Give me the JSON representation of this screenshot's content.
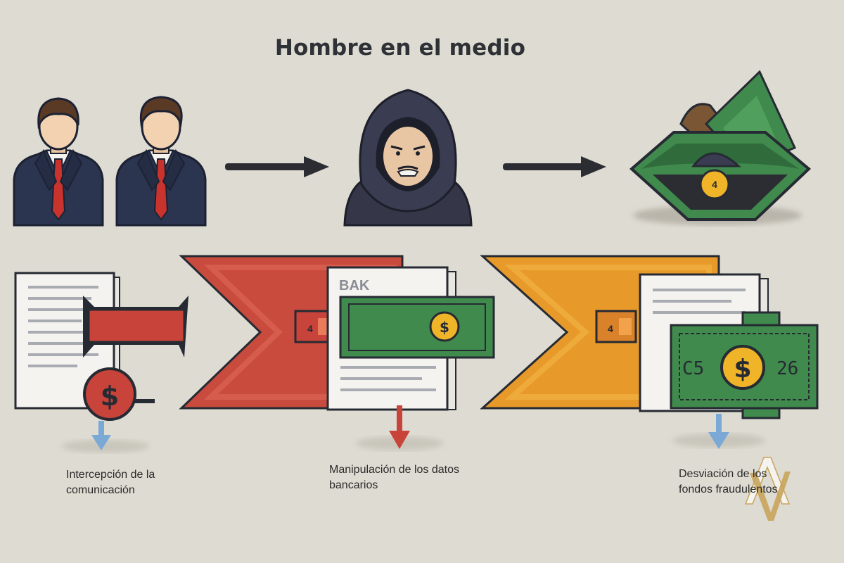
{
  "title": "Hombre en el medio",
  "labels": {
    "bank_header": "BAK",
    "tag_left": "4",
    "tag_right": "4",
    "wallet_coin": "4",
    "currency_symbol": "$",
    "bill_left_code": "C5",
    "bill_right_code": "26"
  },
  "steps": [
    {
      "caption_line1": "Intercepción de la",
      "caption_line2": "comunicación",
      "arrow_color": "#7aa9d6"
    },
    {
      "caption_line1": "Manipulación de los datos",
      "caption_line2": "bancarios",
      "arrow_color": "#c8433a"
    },
    {
      "caption_line1": "Desviación de los",
      "caption_line2": "fondos fraudulentos",
      "arrow_color": "#7aa9d6"
    }
  ],
  "colors": {
    "background": "#dedbd2",
    "suit": "#2c3550",
    "tie": "#c8332e",
    "skin": "#f2d2b1",
    "hair": "#5b3a25",
    "hood": "#3a3c52",
    "banner_red": "#c94b3e",
    "banner_orange": "#e79a2a",
    "money_green": "#3f8a4c",
    "coin": "#f0b429",
    "paper": "#f4f3ef",
    "outline": "#262a33",
    "watermark": "#c8a45a"
  },
  "icons": {
    "businessman_1": "businessman-icon",
    "businessman_2": "businessman-icon",
    "hacker": "hooded-hacker-icon",
    "wallet": "wallet-icon",
    "arrow": "arrow-right-icon",
    "document": "document-icon",
    "banknote": "banknote-icon",
    "coin": "coin-icon",
    "magnifier": "magnifier-icon",
    "watermark": "monogram-logo"
  }
}
